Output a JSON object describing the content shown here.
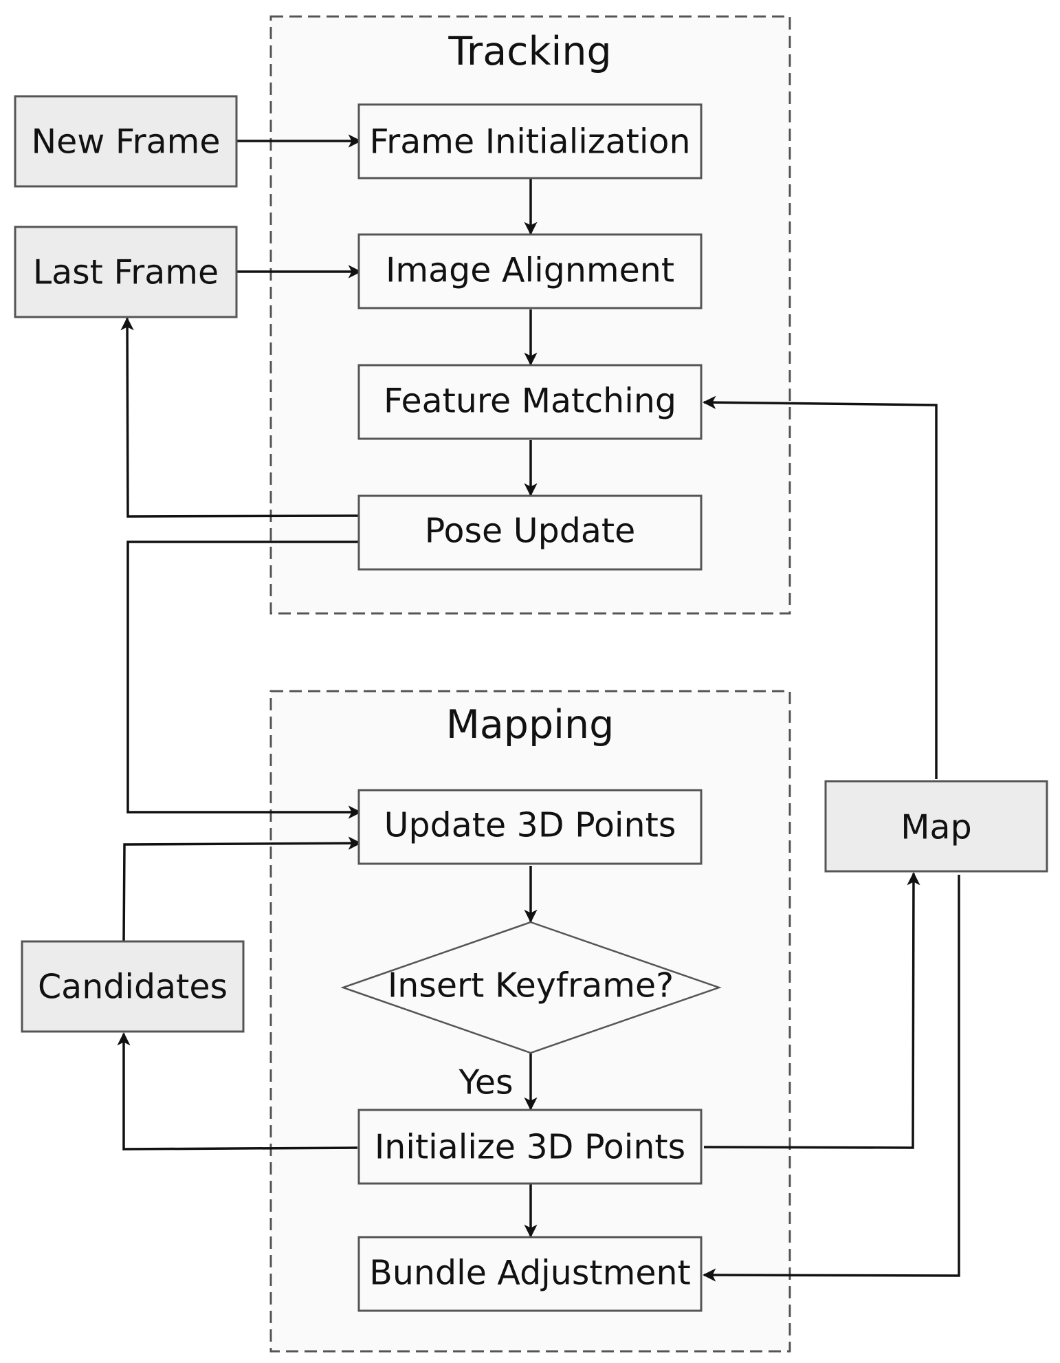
{
  "groups": {
    "tracking": {
      "title": "Tracking"
    },
    "mapping": {
      "title": "Mapping"
    }
  },
  "inputs": {
    "new_frame": "New Frame",
    "last_frame": "Last Frame",
    "candidates": "Candidates",
    "map": "Map"
  },
  "tracking_steps": {
    "frame_initialization": "Frame Initialization",
    "image_alignment": "Image Alignment",
    "feature_matching": "Feature Matching",
    "pose_update": "Pose Update"
  },
  "mapping_steps": {
    "update_3d_points": "Update 3D Points",
    "insert_keyframe": "Insert Keyframe?",
    "initialize_3d_points": "Initialize 3D Points",
    "bundle_adjustment": "Bundle Adjustment"
  },
  "edge_labels": {
    "yes": "Yes"
  },
  "colors": {
    "external_fill": "#ececec",
    "process_fill": "#fafafa",
    "border": "#555555",
    "arrow": "#111111"
  }
}
